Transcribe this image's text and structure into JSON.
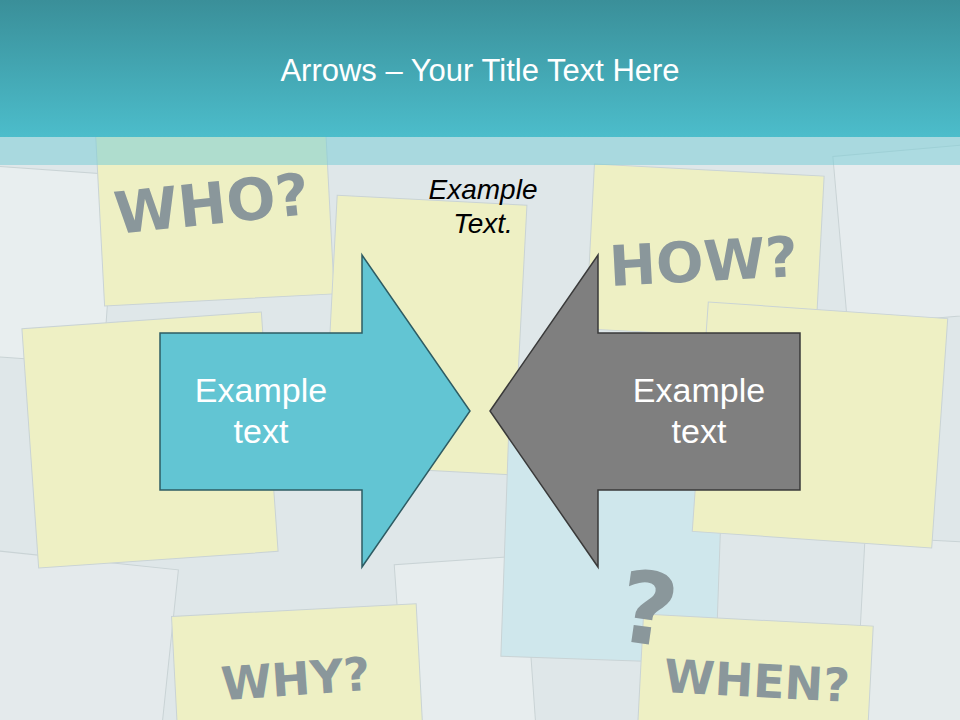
{
  "diagram": {
    "title": "Arrows – Your Title Text Here",
    "nodes": [
      {
        "text": [
          "Example text"
        ]
      },
      {
        "text": [
          "Example text"
        ]
      }
    ],
    "labels": [
      "Example Text.",
      "WHO?",
      "HOW?",
      "?",
      "WHY?",
      "WHEN?"
    ]
  }
}
